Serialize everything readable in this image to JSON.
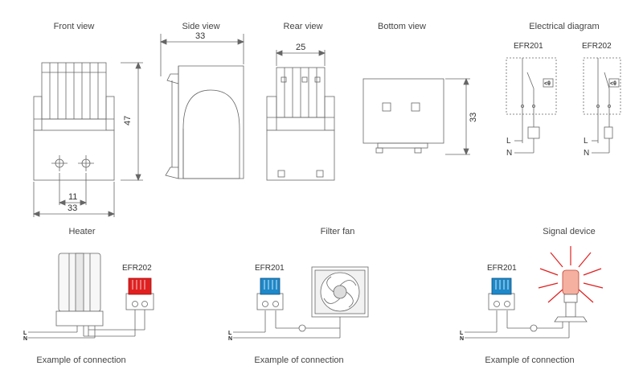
{
  "views": {
    "front": "Front view",
    "side": "Side view",
    "rear": "Rear view",
    "bottom": "Bottom view",
    "electrical": "Electrical diagram"
  },
  "dimensions": {
    "front_height": "47",
    "front_hole_spacing": "11",
    "front_width": "33",
    "side_width": "33",
    "rear_width": "25",
    "bottom_height": "33"
  },
  "electrical": {
    "model_a": "EFR201",
    "model_b": "EFR202",
    "line": "L",
    "neutral": "N",
    "switch_symbol": "<θ"
  },
  "examples": {
    "heater": {
      "title": "Heater",
      "model": "EFR202",
      "caption": "Example of connection",
      "L": "L",
      "N": "N"
    },
    "fan": {
      "title": "Filter fan",
      "model": "EFR201",
      "caption": "Example of connection",
      "L": "L",
      "N": "N"
    },
    "signal": {
      "title": "Signal device",
      "model": "EFR201",
      "caption": "Example of connection",
      "L": "L",
      "N": "N"
    }
  },
  "colors": {
    "red_thermostat": "#e02020",
    "blue_thermostat": "#1e88c8",
    "line_gray": "#666666"
  }
}
